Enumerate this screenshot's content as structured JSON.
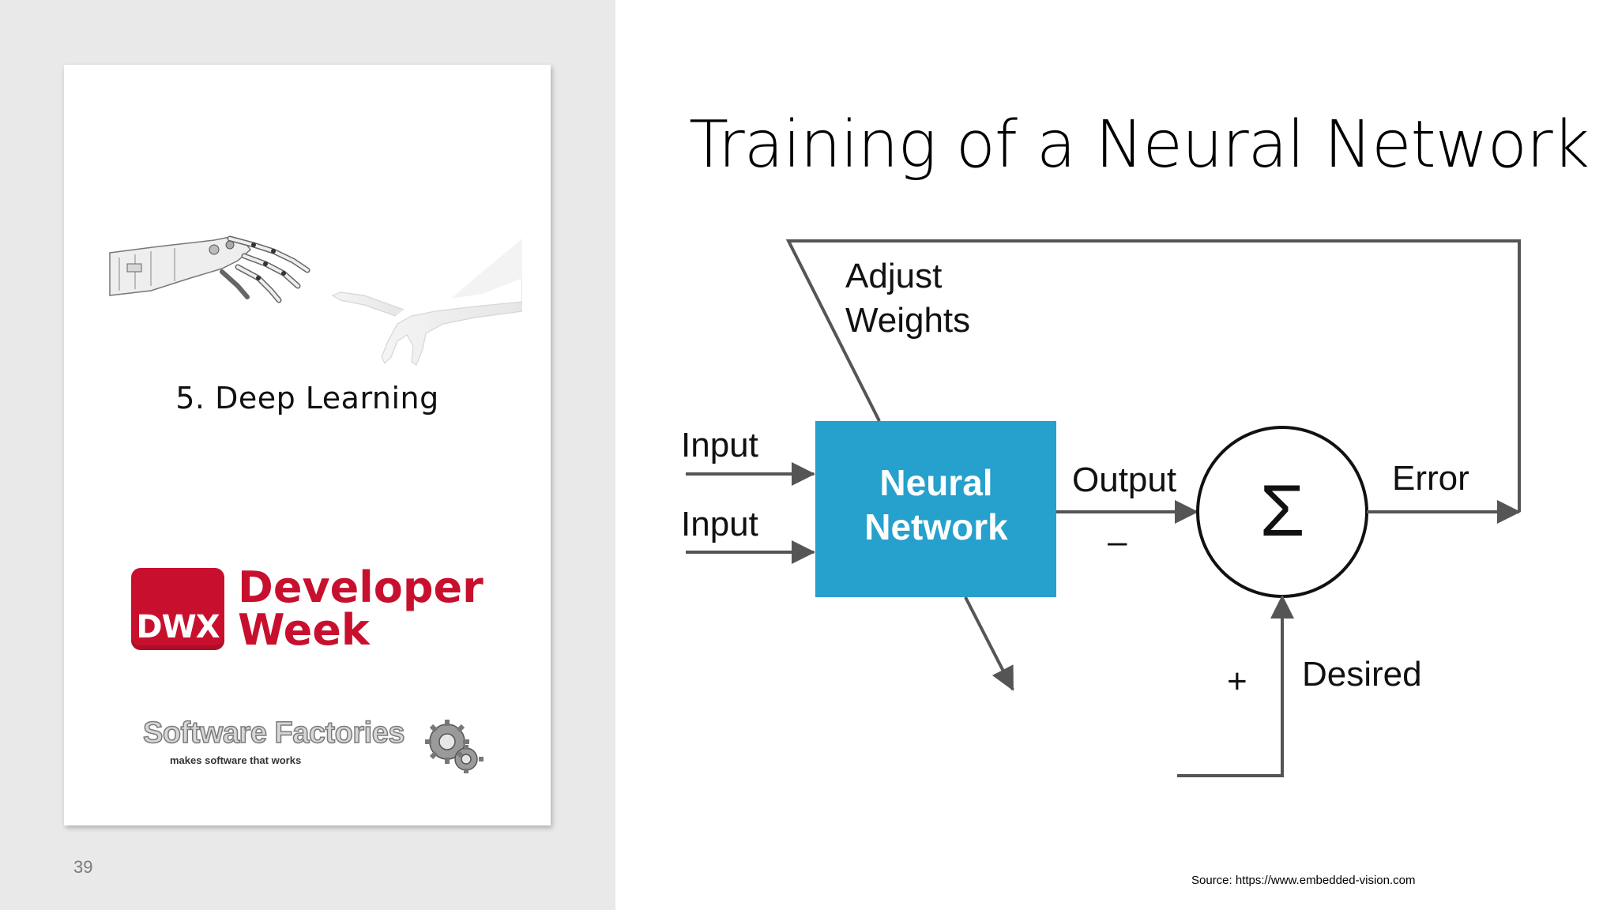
{
  "left_card": {
    "chapter_title": "5. Deep Learning",
    "event_logo": {
      "badge": "DWX",
      "line1": "Developer",
      "line2": "Week",
      "color": "#c8102e"
    },
    "company_logo": {
      "name": "Software Factories",
      "tagline": "makes software that works"
    },
    "image_icon": "robot-and-human-hands"
  },
  "page_number": "39",
  "slide": {
    "title": "Training of a Neural Network",
    "source": "Source: https://www.embedded-vision.com"
  },
  "diagram": {
    "input_1": "Input",
    "input_2": "Input",
    "network_line1": "Neural",
    "network_line2": "Network",
    "network_color": "#26a0cc",
    "output": "Output",
    "minus": "–",
    "sum_symbol": "Σ",
    "error": "Error",
    "plus": "+",
    "desired": "Desired",
    "adjust_line1": "Adjust",
    "adjust_line2": "Weights"
  }
}
